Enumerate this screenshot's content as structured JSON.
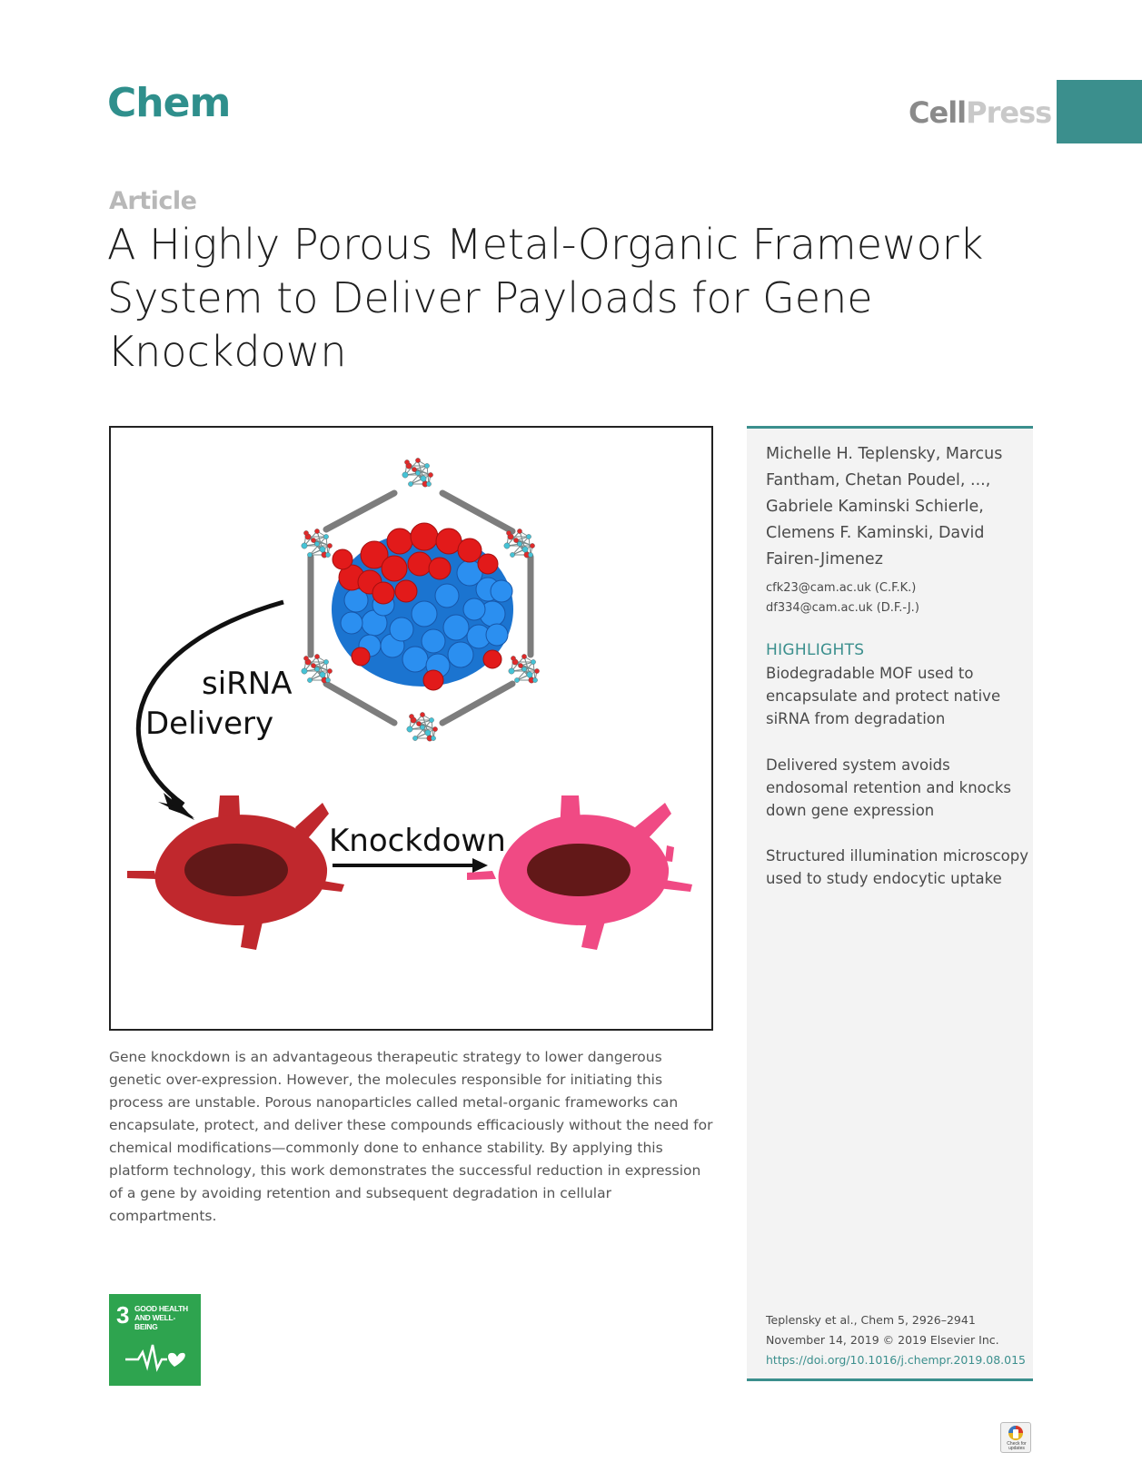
{
  "header": {
    "journal": "Chem",
    "publisher_part1": "Cell",
    "publisher_part2": "Press"
  },
  "article_type": "Article",
  "title": "A Highly Porous Metal-Organic Framework System to Deliver Payloads for Gene Knockdown",
  "graphical_abstract": {
    "label_delivery_line1": "siRNA",
    "label_delivery_line2": "Delivery",
    "label_knockdown": "Knockdown"
  },
  "abstract": "Gene knockdown is an advantageous therapeutic strategy to lower dangerous genetic over-expression. However, the molecules responsible for initiating this process are unstable. Porous nanoparticles called metal-organic frameworks can encapsulate, protect, and deliver these compounds efficaciously without the need for chemical modifications—commonly done to enhance stability. By applying this platform technology, this work demonstrates the successful reduction in expression of a gene by avoiding retention and subsequent degradation in cellular compartments.",
  "sdg": {
    "number": "3",
    "label": "GOOD HEALTH AND WELL-BEING"
  },
  "sidebar": {
    "authors": "Michelle H. Teplensky, Marcus Fantham, Chetan Poudel, ..., Gabriele Kaminski Schierle, Clemens F. Kaminski, David Fairen-Jimenez",
    "emails": [
      "cfk23@cam.ac.uk (C.F.K.)",
      "df334@cam.ac.uk (D.F.-J.)"
    ],
    "highlights_heading": "HIGHLIGHTS",
    "highlights": [
      "Biodegradable MOF used to encapsulate and protect native siRNA from degradation",
      "Delivered system avoids endosomal retention and knocks down gene expression",
      "Structured illumination microscopy used to study endocytic uptake"
    ],
    "citation_line1": "Teplensky et al., Chem 5, 2926–2941",
    "citation_line2": "November 14, 2019 © 2019 Elsevier Inc.",
    "doi": "https://doi.org/10.1016/j.chempr.2019.08.015"
  },
  "crossmark": "Check for updates",
  "colors": {
    "brand_teal": "#3b8f8d",
    "cell_red": "#c0282d",
    "cell_pink": "#f04a84",
    "sdg_green": "#2ea44f"
  }
}
